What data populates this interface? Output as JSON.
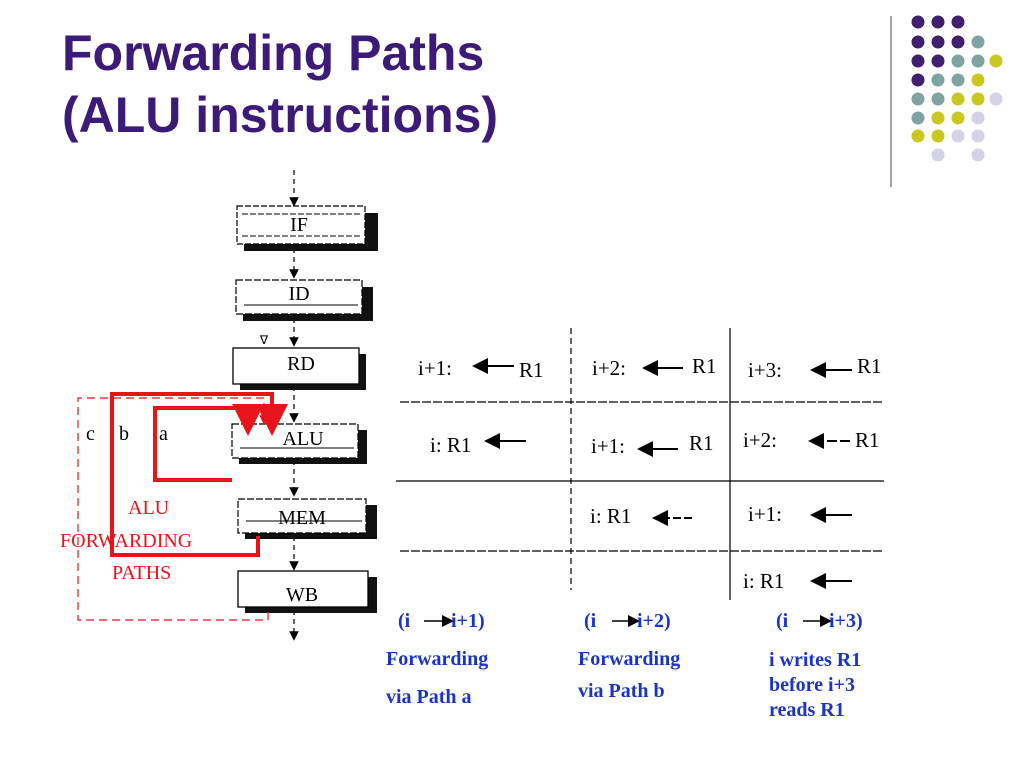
{
  "slide": {
    "title_line1": "Forwarding Paths",
    "title_line2": "(ALU instructions)"
  },
  "colors": {
    "title": "#3b1a78",
    "path_red": "#e8141b",
    "caption_blue": "#1b34c8",
    "dot_purple": "#3f1f6e",
    "dot_teal": "#7fa3a0",
    "dot_yellow": "#c9c720",
    "dot_lavender": "#d4d3e6"
  },
  "pipeline": {
    "stages": [
      "IF",
      "ID",
      "RD",
      "ALU",
      "MEM",
      "WB"
    ],
    "path_labels": [
      "c",
      "b",
      "a"
    ],
    "forwarding_label_line1": "ALU",
    "forwarding_label_line2": "FORWARDING",
    "forwarding_label_line3": "PATHS"
  },
  "table": {
    "col1": {
      "row1_left": "i+1:",
      "row1_right": "R1",
      "row2": "i: R1"
    },
    "col2": {
      "row1_left": "i+2:",
      "row1_right": "R1",
      "row2_left": "i+1:",
      "row2_right": "R1",
      "row3": "i: R1"
    },
    "col3": {
      "row1_left": "i+3:",
      "row1_right": "R1",
      "row2_left": "i+2:",
      "row2_right": "R1",
      "row3": "i+1:",
      "row4": "i: R1"
    }
  },
  "captions": {
    "c1_head_left": "(i",
    "c1_head_right": "i+1)",
    "c1_line1": "Forwarding",
    "c1_line2": "via Path a",
    "c2_head_left": "(i",
    "c2_head_right": "i+2)",
    "c2_line1": "Forwarding",
    "c2_line2": "via Path b",
    "c3_head_left": "(i",
    "c3_head_right": "i+3)",
    "c3_line1": "i writes R1",
    "c3_line2": "before  i+3",
    "c3_line3": "reads  R1"
  }
}
